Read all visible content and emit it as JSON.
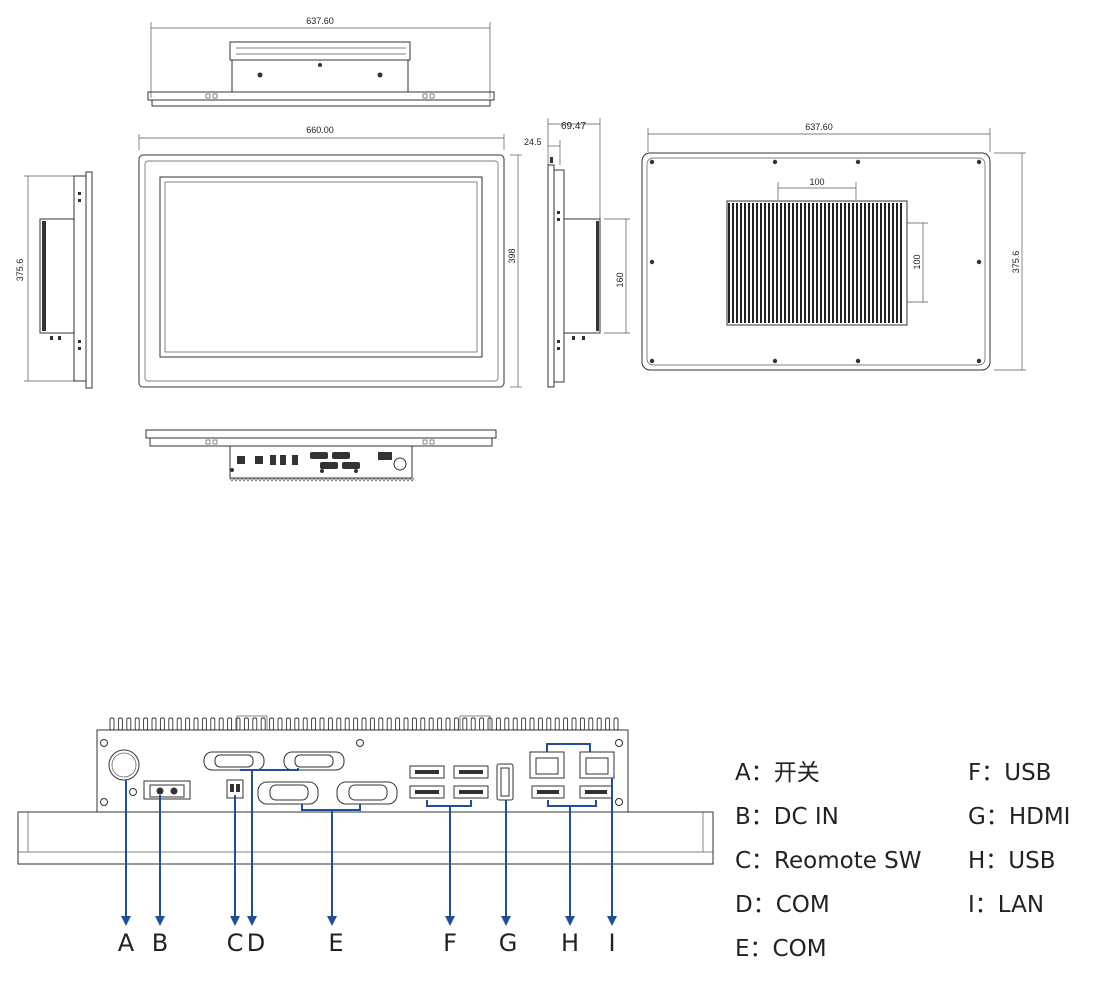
{
  "dimensions": {
    "top_width": "637.60",
    "front_width": "660.00",
    "front_height": "398",
    "side_height": "375.6",
    "side_depth_total": "69.47",
    "side_depth_bezel": "24.5",
    "side_box_height": "160",
    "back_width": "637.60",
    "back_height": "375.6",
    "back_heatsink_width": "100",
    "back_heatsink_height": "100"
  },
  "callouts": [
    "A",
    "B",
    "C",
    "D",
    "E",
    "F",
    "G",
    "H",
    "I"
  ],
  "legend": {
    "left": [
      "A：开关",
      "B：DC IN",
      "C：Reomote SW",
      "D：COM",
      "E：COM"
    ],
    "right": [
      "F：USB",
      "G：HDMI",
      "H：USB",
      "I：LAN"
    ]
  },
  "colors": {
    "line": "#333333",
    "callout_blue": "#1f4e9a",
    "text": "#222222"
  }
}
